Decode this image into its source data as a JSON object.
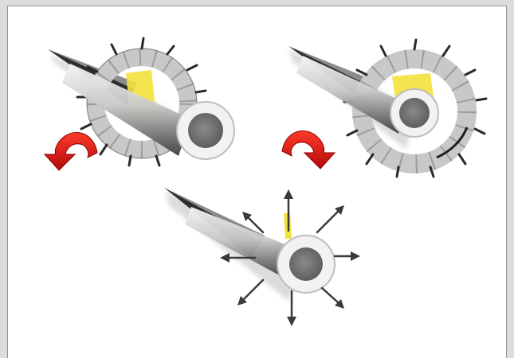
{
  "figure": {
    "background": "#ffffff",
    "border_color": "#8f8f8f",
    "page_background": "#dcdcdc",
    "panels": [
      {
        "id": "top-left",
        "stage": "collar-rotating-counterclockwise",
        "arrow_direction": "counterclockwise",
        "arrow_icon": "counterclockwise-arrow-icon"
      },
      {
        "id": "top-right",
        "stage": "collar-rotating-clockwise",
        "arrow_direction": "clockwise",
        "arrow_icon": "clockwise-arrow-icon"
      },
      {
        "id": "bottom",
        "stage": "pins-released-radially",
        "arrow_direction": "none",
        "arrow_icon": ""
      }
    ],
    "colors": {
      "arrow_red": "#e11414",
      "glue_yellow": "#f3e23c",
      "collar_grey": "#c8c8c8",
      "spike_dark": "#2e2e2e",
      "rod_light": "#e8e8e8",
      "rod_dark": "#555555"
    }
  }
}
